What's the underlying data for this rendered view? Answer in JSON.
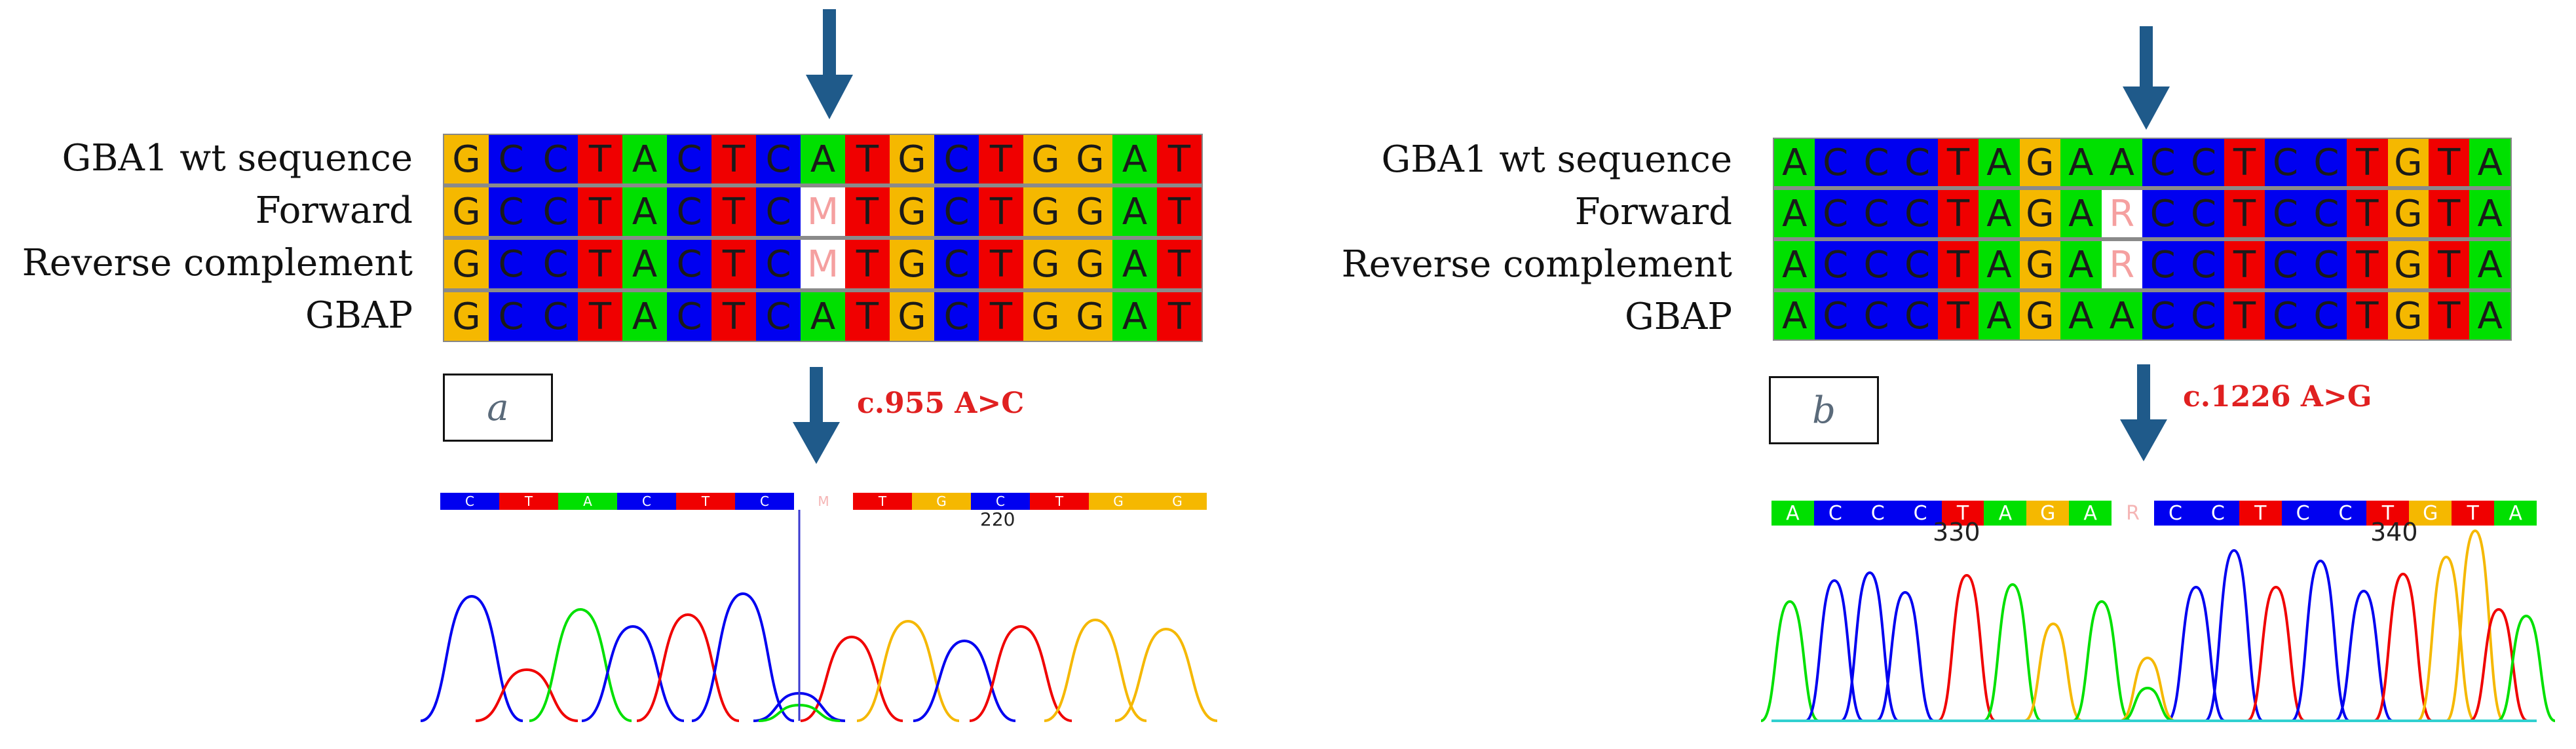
{
  "row_labels": [
    "GBA1 wt sequence",
    "Forward",
    "Reverse complement",
    "GBAP"
  ],
  "base_colors": {
    "A": "#00e000",
    "C": "#0000f0",
    "G": "#f5b800",
    "T": "#f00000",
    "ambiguous": "#ffffff"
  },
  "arrow_color": "#1f5a8a",
  "panel_a": {
    "tag": "a",
    "mutation": "c.955 A>C",
    "alignment": [
      [
        "G",
        "C",
        "C",
        "T",
        "A",
        "C",
        "T",
        "C",
        "A",
        "T",
        "G",
        "C",
        "T",
        "G",
        "G",
        "A",
        "T"
      ],
      [
        "G",
        "C",
        "C",
        "T",
        "A",
        "C",
        "T",
        "C",
        "M",
        "T",
        "G",
        "C",
        "T",
        "G",
        "G",
        "A",
        "T"
      ],
      [
        "G",
        "C",
        "C",
        "T",
        "A",
        "C",
        "T",
        "C",
        "M",
        "T",
        "G",
        "C",
        "T",
        "G",
        "G",
        "A",
        "T"
      ],
      [
        "G",
        "C",
        "C",
        "T",
        "A",
        "C",
        "T",
        "C",
        "A",
        "T",
        "G",
        "C",
        "T",
        "G",
        "G",
        "A",
        "T"
      ]
    ],
    "chromatogram_calls": [
      "C",
      "T",
      "A",
      "C",
      "T",
      "C",
      "M",
      "T",
      "G",
      "C",
      "T",
      "G",
      "G"
    ],
    "position_label": "220"
  },
  "panel_b": {
    "tag": "b",
    "mutation": "c.1226 A>G",
    "alignment": [
      [
        "A",
        "C",
        "C",
        "C",
        "T",
        "A",
        "G",
        "A",
        "A",
        "C",
        "C",
        "T",
        "C",
        "C",
        "T",
        "G",
        "T",
        "A"
      ],
      [
        "A",
        "C",
        "C",
        "C",
        "T",
        "A",
        "G",
        "A",
        "R",
        "C",
        "C",
        "T",
        "C",
        "C",
        "T",
        "G",
        "T",
        "A"
      ],
      [
        "A",
        "C",
        "C",
        "C",
        "T",
        "A",
        "G",
        "A",
        "R",
        "C",
        "C",
        "T",
        "C",
        "C",
        "T",
        "G",
        "T",
        "A"
      ],
      [
        "A",
        "C",
        "C",
        "C",
        "T",
        "A",
        "G",
        "A",
        "A",
        "C",
        "C",
        "T",
        "C",
        "C",
        "T",
        "G",
        "T",
        "A"
      ]
    ],
    "chromatogram_calls": [
      "A",
      "C",
      "C",
      "C",
      "T",
      "A",
      "G",
      "A",
      "R",
      "C",
      "C",
      "T",
      "C",
      "C",
      "T",
      "G",
      "T",
      "A"
    ],
    "position_labels": [
      "330",
      "340"
    ]
  }
}
